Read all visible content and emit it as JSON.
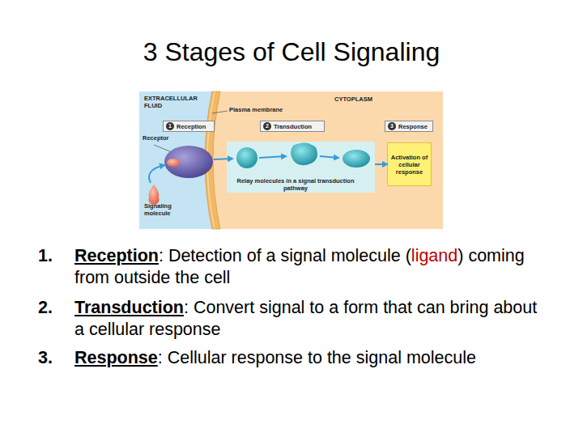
{
  "diagram": {
    "title": "3 Stages of Cell Signaling",
    "nodes": [
      {
        "text": [
          "EXTRACELLULAR FLUID"
        ]
      },
      {
        "text": [
          "1",
          "Reception"
        ],
        "in": 0
      },
      {
        "text": [
          "CYTOPLASM"
        ]
      },
      {
        "text": [
          "2",
          "Transduction"
        ],
        "in": 2
      },
      {
        "text": [
          "3",
          "Response"
        ],
        "in": 2
      },
      {
        "text": [
          "Relay molecules in a signal transduction pathway"
        ],
        "in": 2
      },
      {
        "text": [
          "Activation of cellular response"
        ],
        "in": 2
      }
    ],
    "edges": [
      {
        "from": 5,
        "to": 6,
        "arrow": "to"
      }
    ],
    "labels": [
      "Plasma membrane",
      "Receptor",
      "Signaling molecule",
      "1.",
      "Reception",
      ": Detection of a signal molecule (",
      "ligand",
      ") coming from outside the cell",
      "2.",
      "Transduction",
      ": Convert signal to a form that can bring about a cellular response",
      "3.",
      "Response",
      ": Cellular response to the signal molecule"
    ]
  }
}
